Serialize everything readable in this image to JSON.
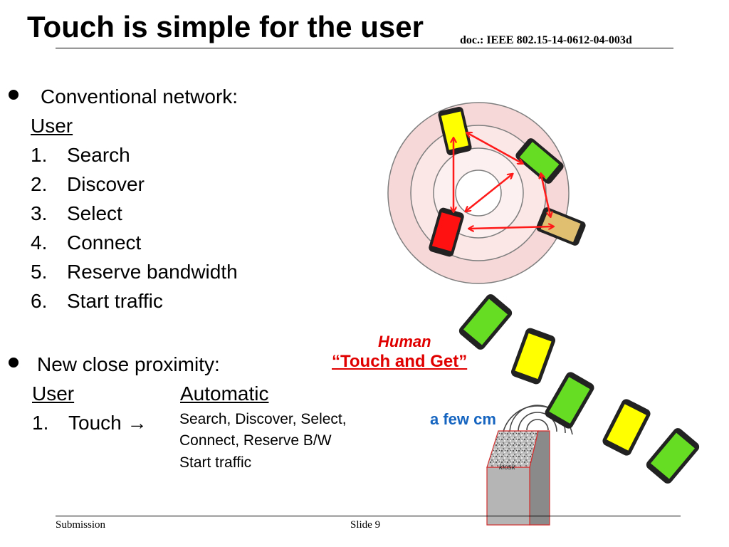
{
  "slide": {
    "title": "Touch is simple for the user",
    "doc_ref": "doc.: IEEE 802.15-14-0612-04-003d",
    "footer_left": "Submission",
    "footer_center": "Slide 9"
  },
  "conventional": {
    "heading": "Conventional network:",
    "user_label": "User",
    "steps": [
      {
        "num": "1.",
        "text": "Search"
      },
      {
        "num": "2.",
        "text": "Discover"
      },
      {
        "num": "3.",
        "text": "Select"
      },
      {
        "num": "4.",
        "text": "Connect"
      },
      {
        "num": "5.",
        "text": "Reserve bandwidth"
      },
      {
        "num": "6.",
        "text": "Start traffic"
      }
    ]
  },
  "proximity": {
    "heading": "New close proximity:",
    "user_label": "User",
    "automatic_label": "Automatic",
    "touch_num": "1.",
    "touch_text": "Touch",
    "arrow_glyph": "→",
    "auto_lines": [
      "Search, Discover, Select,",
      "Connect, Reserve B/W",
      "Start traffic"
    ]
  },
  "diagram": {
    "human_label": "Human",
    "touch_get_label": "“Touch and Get”",
    "distance_label": "a few cm",
    "kiosk_label": "kiosk",
    "colors": {
      "yellow": "#ffff00",
      "green": "#66dd22",
      "red": "#ff1111",
      "tan": "#e0c070",
      "arrow": "#ff1a1a",
      "ring": "#f6d8d8",
      "accent_red": "#e00000",
      "accent_blue": "#1565c0"
    }
  }
}
